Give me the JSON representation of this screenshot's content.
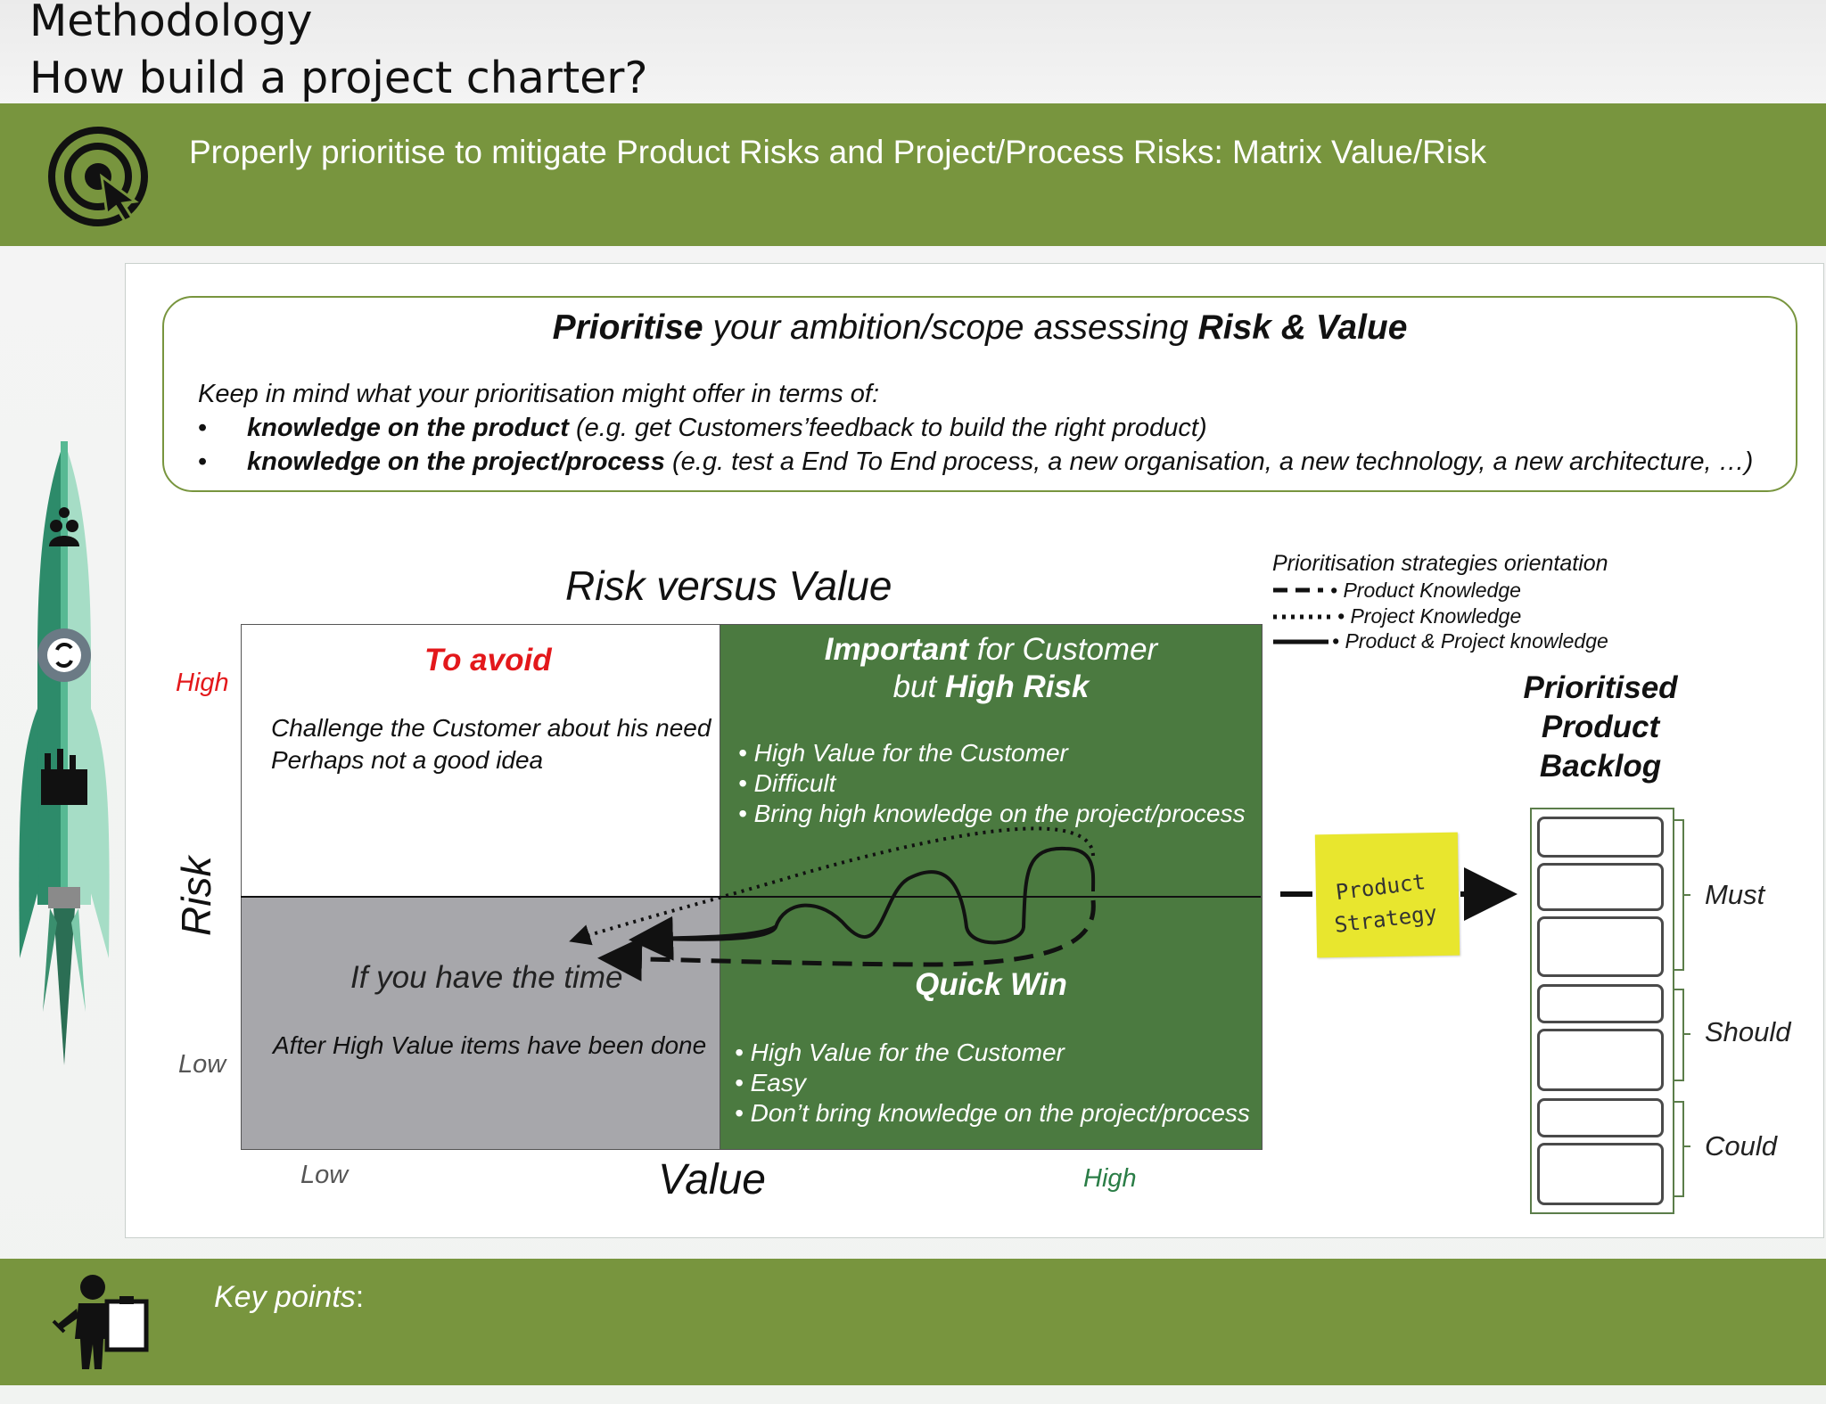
{
  "header": {
    "title_line1": "Methodology",
    "title_line2": "How build a project charter?"
  },
  "banner": {
    "text": "Properly prioritise to mitigate Product Risks and Project/Process Risks: Matrix Value/Risk",
    "icon": "target-cursor-icon"
  },
  "intro": {
    "title_bold1": "Prioritise",
    "title_mid": " your ambition/scope  assessing ",
    "title_bold2": "Risk & Value",
    "lead": "Keep in mind what your prioritisation might offer in terms of:",
    "bullets": [
      {
        "bold": "knowledge on the product",
        "rest": " (e.g. get Customers’feedback to build the right product)"
      },
      {
        "bold": "knowledge on the project/process",
        "rest": " (e.g. test a End To End process, a new organisation, a new technology, a new architecture, …)"
      }
    ]
  },
  "matrix": {
    "title": "Risk versus Value",
    "y_axis": {
      "label": "Risk",
      "high": "High",
      "low": "Low"
    },
    "x_axis": {
      "label": "Value",
      "low": "Low",
      "high": "High"
    },
    "quadrants": {
      "top_left": {
        "title": "To avoid",
        "line1": "Challenge the Customer about his need",
        "line2": "Perhaps not a good idea"
      },
      "top_right": {
        "title_bold1": "Important",
        "title_rest1": " for Customer",
        "title_line2_plain": "but ",
        "title_bold2": "High Risk",
        "bullets": [
          "High Value for the Customer",
          "Difficult",
          "Bring high knowledge on the project/process"
        ]
      },
      "bottom_left": {
        "title": "If you have the time",
        "line1": "After High Value items have been done"
      },
      "bottom_right": {
        "title": "Quick Win",
        "bullets": [
          "High Value for the Customer",
          "Easy",
          "Don’t bring knowledge on the project/process"
        ]
      }
    }
  },
  "legend": {
    "title": "Prioritisation strategies orientation",
    "items": [
      {
        "style": "dashed",
        "label": "Product Knowledge"
      },
      {
        "style": "dotted",
        "label": "Project Knowledge"
      },
      {
        "style": "solid",
        "label": "Product & Project knowledge"
      }
    ]
  },
  "sticky_note": {
    "line1": "Product",
    "line2": "Strategy"
  },
  "backlog": {
    "title_line1": "Prioritised",
    "title_line2": "Product",
    "title_line3": "Backlog",
    "groups": [
      "Must",
      "Should",
      "Could"
    ]
  },
  "footer": {
    "key_points": "Key points",
    "colon": ":",
    "icon": "person-clipboard-icon"
  },
  "colors": {
    "banner_green": "#78953e",
    "quadrant_green": "#4b7a40",
    "quadrant_grey": "#a7a7ab",
    "avoid_red": "#e3181b"
  }
}
